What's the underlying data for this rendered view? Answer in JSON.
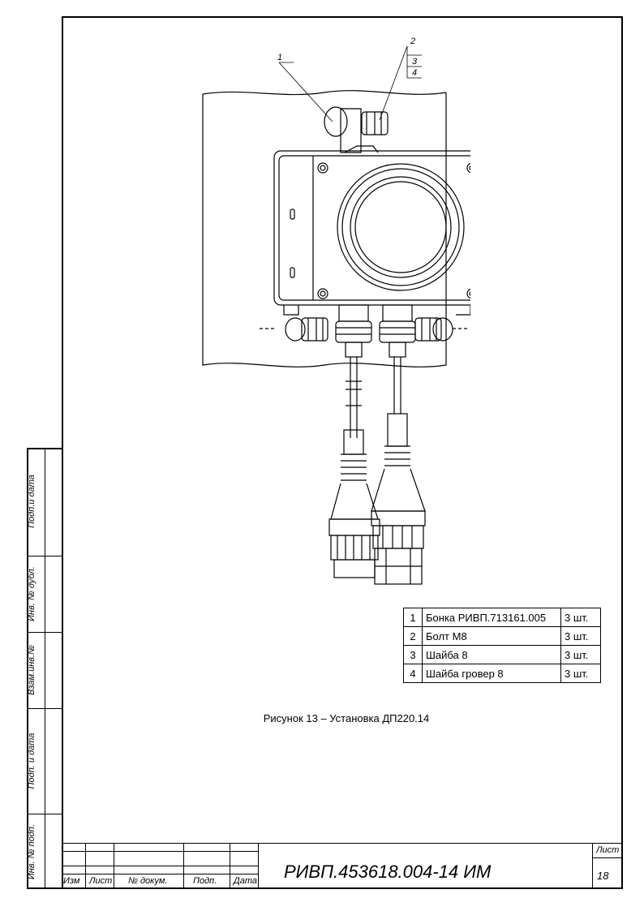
{
  "side_labels": [
    "Подп.и дата",
    "Инв. № дубл.",
    "Взам.инв.№",
    "Подп. и дата",
    "Инв. № подп."
  ],
  "callouts": [
    "1",
    "2",
    "3",
    "4"
  ],
  "spec_table": [
    {
      "num": "1",
      "name": "Бонка РИВП.713161.005",
      "qty": "3 шт."
    },
    {
      "num": "2",
      "name": "Болт М8",
      "qty": "3 шт."
    },
    {
      "num": "3",
      "name": "Шайба 8",
      "qty": "3 шт."
    },
    {
      "num": "4",
      "name": "Шайба гровер 8",
      "qty": "3 шт."
    }
  ],
  "caption": "Рисунок 13 – Установка ДП220.14",
  "title_block": {
    "col_izm": "Изм",
    "col_list": "Лист",
    "col_doc": "№ докум.",
    "col_podp": "Подп.",
    "col_data": "Дата",
    "doc_number": "РИВП.453618.004-14 ИМ",
    "sheet_label": "Лист",
    "sheet_number": "18"
  }
}
